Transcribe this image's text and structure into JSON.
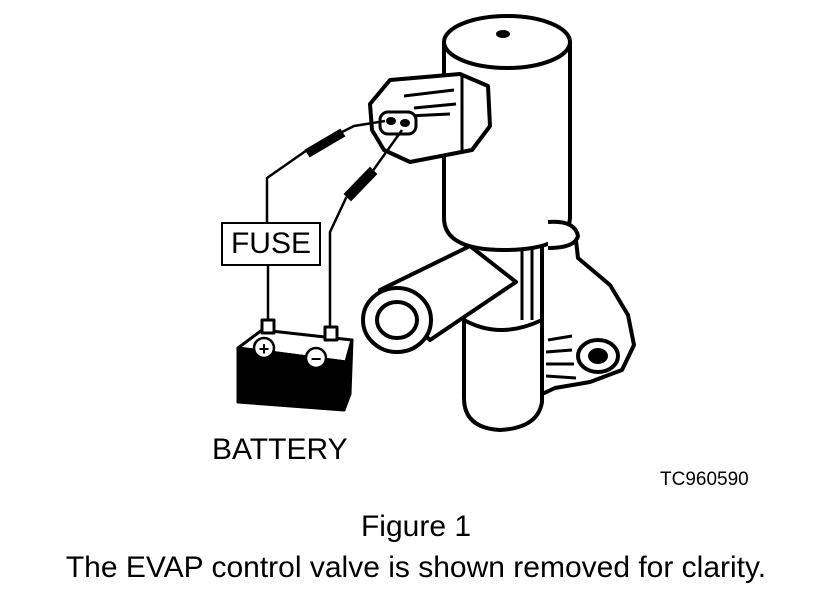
{
  "labels": {
    "fuse": "FUSE",
    "battery": "BATTERY",
    "image_code": "TC960590",
    "battery_positive_mark": "+",
    "battery_negative_mark": "−"
  },
  "figure": {
    "title": "Figure 1",
    "caption": "The EVAP control valve is shown removed for clarity."
  }
}
